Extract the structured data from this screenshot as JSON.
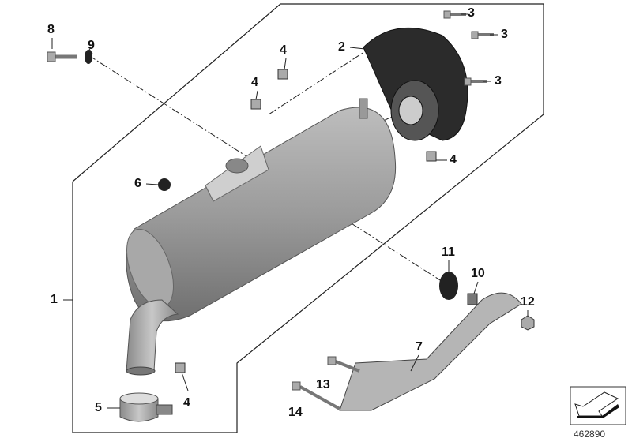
{
  "diagram": {
    "callouts": [
      {
        "id": "c1",
        "text": "1"
      },
      {
        "id": "c2",
        "text": "2"
      },
      {
        "id": "c3a",
        "text": "3"
      },
      {
        "id": "c3b",
        "text": "3"
      },
      {
        "id": "c3c",
        "text": "3"
      },
      {
        "id": "c4a",
        "text": "4"
      },
      {
        "id": "c4b",
        "text": "4"
      },
      {
        "id": "c4c",
        "text": "4"
      },
      {
        "id": "c4d",
        "text": "4"
      },
      {
        "id": "c5",
        "text": "5"
      },
      {
        "id": "c6",
        "text": "6"
      },
      {
        "id": "c7",
        "text": "7"
      },
      {
        "id": "c8",
        "text": "8"
      },
      {
        "id": "c9",
        "text": "9"
      },
      {
        "id": "c10",
        "text": "10"
      },
      {
        "id": "c11",
        "text": "11"
      },
      {
        "id": "c12",
        "text": "12"
      },
      {
        "id": "c13",
        "text": "13"
      },
      {
        "id": "c14",
        "text": "14"
      }
    ],
    "reference_number": "462890",
    "colors": {
      "part_gray": "#9a9a9a",
      "dark_part": "#2b2b2b",
      "line": "#222222"
    }
  }
}
